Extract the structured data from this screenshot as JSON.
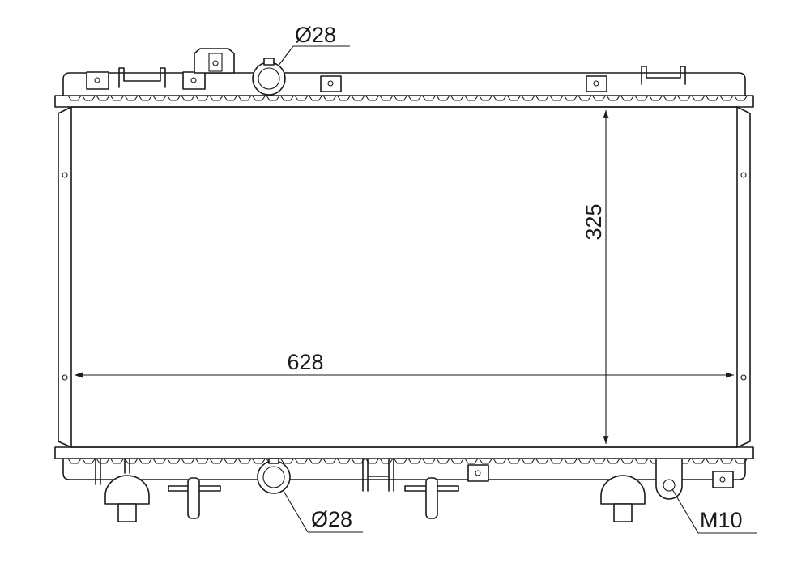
{
  "dimensions": {
    "width_label": "628",
    "height_label": "325"
  },
  "callouts": {
    "top_inlet_label": "Ø28",
    "bottom_outlet_label": "Ø28",
    "thread_label": "M10"
  },
  "colors": {
    "line": "#1a1a1a",
    "background": "#ffffff"
  }
}
